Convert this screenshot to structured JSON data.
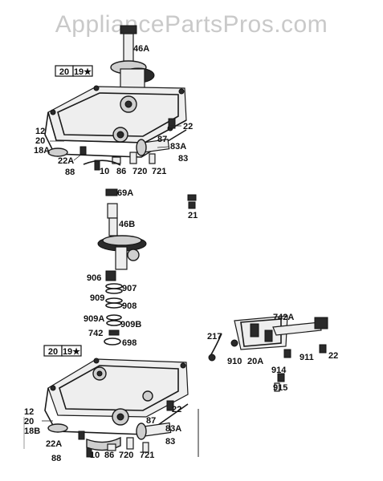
{
  "watermark": "AppliancePartsPros.com",
  "upper_assembly": {
    "box_left": "20",
    "box_right": "19★",
    "labels": {
      "l46a": "46A",
      "l22": "22",
      "l87": "87",
      "l83a": "83A",
      "l83": "83",
      "l12": "12",
      "l20": "20",
      "l18a": "18A",
      "l22a": "22A",
      "l88": "88",
      "l10": "10",
      "l86": "86",
      "l720": "720",
      "l721": "721"
    }
  },
  "middle_assembly": {
    "labels": {
      "l69a": "69A",
      "l21": "21",
      "l46b": "46B",
      "l906": "906",
      "l907": "907",
      "l909": "909",
      "l908": "908",
      "l909a": "909A",
      "l909b": "909B",
      "l742": "742",
      "l698": "698"
    }
  },
  "governor_assembly": {
    "labels": {
      "l742a": "742A",
      "l217": "217",
      "l910": "910",
      "l20a": "20A",
      "l911": "911",
      "l22": "22",
      "l914": "914",
      "l915": "915"
    }
  },
  "lower_assembly": {
    "box_left": "20",
    "box_right": "19★",
    "labels": {
      "l22": "22",
      "l87": "87",
      "l83a": "83A",
      "l83": "83",
      "l12": "12",
      "l20": "20",
      "l18b": "18B",
      "l22a": "22A",
      "l88": "88",
      "l10": "10",
      "l86": "86",
      "l720": "720",
      "l721": "721"
    }
  }
}
